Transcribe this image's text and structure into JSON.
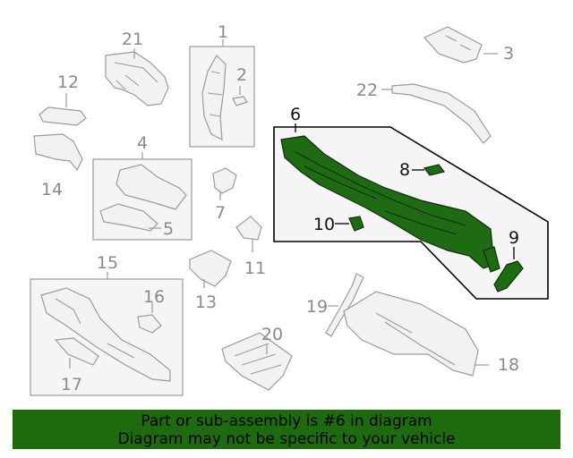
{
  "diagram": {
    "callouts": {
      "c1": "1",
      "c2": "2",
      "c3": "3",
      "c4": "4",
      "c5": "5",
      "c6": "6",
      "c7": "7",
      "c8": "8",
      "c9": "9",
      "c10": "10",
      "c11": "11",
      "c12": "12",
      "c13": "13",
      "c14": "14",
      "c15": "15",
      "c16": "16",
      "c17": "17",
      "c18": "18",
      "c19": "19",
      "c20": "20",
      "c21": "21",
      "c22": "22"
    },
    "highlighted_part": "6",
    "colors": {
      "highlight": "#1e6b14",
      "banner": "#1e6b0f",
      "part_outline": "#9a9a9a"
    }
  },
  "banner": {
    "line1": "Part or sub-assembly is #6 in diagram",
    "line2": "Diagram may not be specific to your vehicle"
  }
}
